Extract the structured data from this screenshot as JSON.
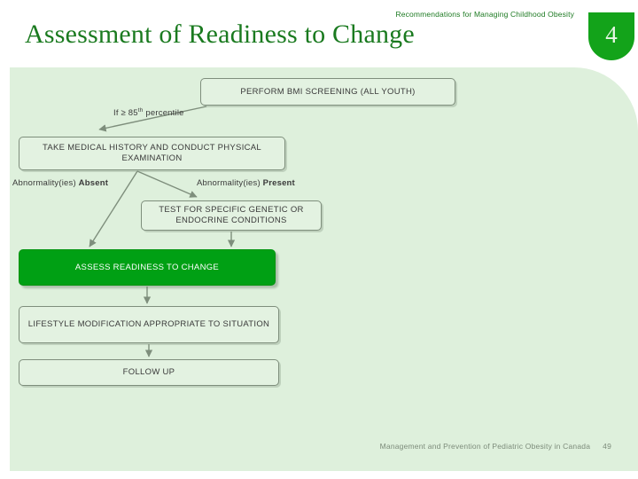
{
  "header": {
    "kicker": "Recommendations for Managing Childhood Obesity",
    "title": "Assessment of Readiness to Change",
    "badge_number": "4",
    "badge_color": "#13a31a",
    "title_color": "#1a7a1f"
  },
  "panel": {
    "background_color": "#def0dc"
  },
  "flowchart": {
    "boxes": [
      {
        "id": "bmi",
        "text": "PERFORM BMI SCREENING (ALL YOUTH)"
      },
      {
        "id": "history",
        "text": "TAKE MEDICAL HISTORY AND CONDUCT PHYSICAL EXAMINATION"
      },
      {
        "id": "genetic",
        "text": "TEST FOR SPECIFIC GENETIC OR ENDOCRINE CONDITIONS"
      },
      {
        "id": "assess",
        "text": "ASSESS READINESS TO CHANGE",
        "highlight_color": "#00a014",
        "text_color": "#ffffff"
      },
      {
        "id": "lifestyle",
        "text": "LIFESTYLE MODIFICATION APPROPRIATE TO SITUATION"
      },
      {
        "id": "followup",
        "text": "FOLLOW UP"
      }
    ],
    "labels": {
      "percentile_prefix": "If ≥ 85",
      "percentile_sup": "th",
      "percentile_suffix": " percentile",
      "absent_prefix": "Abnormality(ies) ",
      "absent_bold": "Absent",
      "present_prefix": "Abnormality(ies) ",
      "present_bold": "Present"
    }
  },
  "footer": {
    "source": "Management and Prevention of Pediatric Obesity in Canada",
    "page_number": "49"
  }
}
